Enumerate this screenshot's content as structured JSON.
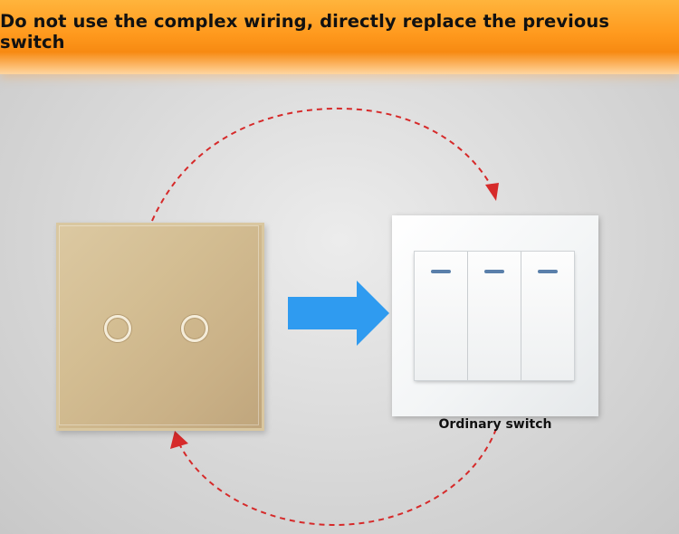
{
  "banner": {
    "text": "Do not use the complex wiring, directly replace the previous switch"
  },
  "touch_panel": {
    "color": "#d3bd92",
    "button_count": 2
  },
  "ordinary_switch": {
    "label": "Ordinary switch",
    "rocker_count": 3,
    "indicator_color": "#5a7faa"
  },
  "colors": {
    "banner": "#ff9a1e",
    "arrow_blue": "#2f9bf0",
    "dashed_arrow_red": "#d62a2a"
  }
}
